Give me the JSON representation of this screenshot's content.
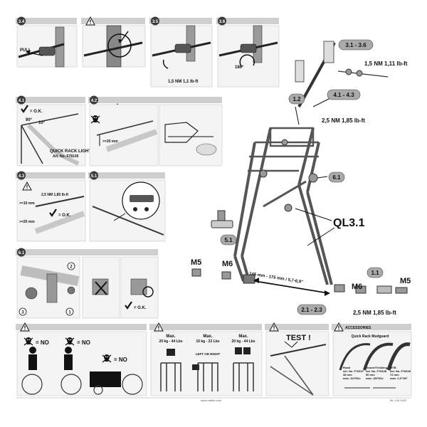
{
  "steps": {
    "s34": "3.4",
    "s35": "3.5",
    "s36": "3.6",
    "s41": "4.1",
    "s42": "4.2",
    "s43": "4.3",
    "s51": "5.1",
    "s61": "6.1"
  },
  "panel_34": {
    "pull": "PULL"
  },
  "panel_35": {
    "torque": "1,5 NM  1,1 lb-ft"
  },
  "panel_36": {
    "angle": "180°"
  },
  "panel_41": {
    "ok": "= O.K.",
    "angle_a": "90°",
    "angle_b": "10°",
    "product_name": "QUICK RACK LIGHT",
    "article": "Art. No. F78105"
  },
  "panel_42": {
    "min_gap": ">=20 mm"
  },
  "panel_43": {
    "torque": "2,5 NM  1,85 lb-ft",
    "gap_a": ">=10 mm",
    "gap_b": ">=20 mm",
    "ok": "= O.K."
  },
  "panel_61": {
    "n1": "1",
    "n2": "2",
    "n3": "3",
    "ok": "= O.K."
  },
  "main": {
    "callout_31_36": "3.1  -  3.6",
    "torque_top": "1,5 NM  1,11 lb-ft",
    "callout_41_43": "4.1  -  4.3",
    "callout_12": "1.2",
    "torque_mid": "2,5 NM  1,85 lb-ft",
    "callout_61": "6.1",
    "callout_51": "5.1",
    "model": "QL3.1",
    "m5_left": "M5",
    "m6_left": "M6",
    "dimension": "145 mm - 175 mm / 5,7-6,9\"",
    "callout_11": "1.1",
    "m6_right": "M6",
    "m5_right": "M5",
    "callout_21_23": "2.1  -  2.3",
    "torque_bottom": "2,5 NM  1,85 lb-ft"
  },
  "bottom": {
    "no_a": "= NO",
    "no_b": "= NO",
    "no_c": "= NO",
    "loads": [
      {
        "max": "Max.",
        "value": "20 kg - 44 Lbs"
      },
      {
        "max": "Max.",
        "value": "10 kg - 22 Lbs",
        "note": "LEFT OR RIGHT"
      },
      {
        "max": "Max.",
        "value": "20 kg - 44 Lbs"
      }
    ],
    "test": "TEST !",
    "accessories_title": "ACCESSORIES",
    "mudguard_title": "Quick Rack Mudguard",
    "mudguards": [
      {
        "type": "Road",
        "article": "Art. No. F78107",
        "width": "38 mm",
        "max": "max. 32/700c"
      },
      {
        "type": "Gravel/Trekking",
        "article": "Art. No. F78108",
        "width": "50 mm",
        "max": "max. 45/700c"
      },
      {
        "type": "MTB",
        "article": "Art. No. F78109",
        "width": "72 mm",
        "max": "max. 2,5\"/29\""
      }
    ]
  },
  "footer": {
    "url": "www.ortlieb.com",
    "code": "ML 134 0422"
  }
}
